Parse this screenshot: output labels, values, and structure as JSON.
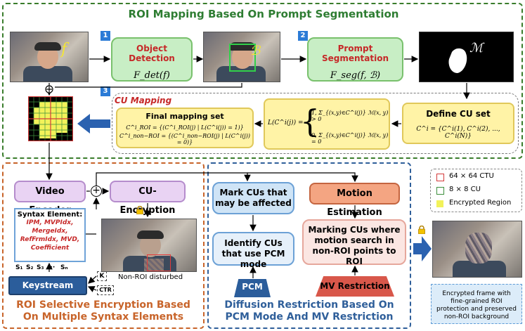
{
  "roi_panel": {
    "title": "ROI Mapping Based On Prompt Segmentation",
    "step1": "1",
    "step2": "2",
    "step3": "3",
    "frame_symbol": "f",
    "bbox_symbol": "ℬ",
    "mask_symbol": "ℳ",
    "object_detection": {
      "title": "Object Detection",
      "formula": "F_det(f)"
    },
    "prompt_segmentation": {
      "title": "Prompt Segmentation",
      "formula": "F_seg(f, ℬ)"
    },
    "cu_mapping_title": "CU Mapping",
    "final_mapping": {
      "title": "Final mapping set",
      "line1": "C^i_ROI = {(C^i_ROI(j) | L(C^i(j)) = 1)}",
      "line2": "C^i_non−ROI = {(C^i_non−ROI(j) | L(C^i(j)) = 0)}"
    },
    "indicator": {
      "lhs": "L(C^i(j)) =",
      "case1": "1,   Σ_{(x,y)∈C^i(j)} ℳ(x, y) > 0",
      "case0": "0,   Σ_{(x,y)∈C^i(j)} ℳ(x, y) = 0"
    },
    "define_cu": {
      "title": "Define CU set",
      "formula": "C^i = {C^i(1), C^i(2), ..., C^i(N)}"
    }
  },
  "encryption_panel": {
    "title_line1": "ROI Selective Encryption Based",
    "title_line2": "On Multiple Syntax Elements",
    "video_encoder": "Video Encoder",
    "cu_encryption": "CU-Encryption",
    "syntax_title": "Syntax Element:",
    "syntax_lines": [
      "IPM, MVPIdx,",
      "MergeIdx,",
      "RefFrmIdx, MVD,",
      "Coefficient"
    ],
    "s_labels": [
      "S₁",
      "S₂",
      "S₃",
      "···",
      "Sₙ"
    ],
    "keystream": "Keystream generator",
    "key": "K",
    "ctr": "CTR",
    "non_roi_label": "Non-ROI disturbed"
  },
  "diffusion_panel": {
    "title_line1": "Diffusion Restriction Based On",
    "title_line2": "PCM Mode And MV Restriction",
    "mark_cus": "Mark CUs that may be affected",
    "identify_cus": "Identify CUs that use PCM mode",
    "pcm": "PCM",
    "motion_estimation": "Motion Estimation",
    "marking_cus": "Marking CUs where motion search in non-ROI points to ROI",
    "mv_restriction": "MV Restriction"
  },
  "legend": {
    "ctu": "64 × 64 CTU",
    "cu": "8 × 8 CU",
    "encrypted": "Encrypted Region"
  },
  "output_note": "Encrypted frame with fine-grained ROI protection and preserved non-ROI background",
  "colors": {
    "green_panel": "#3a7d2c",
    "orange_panel": "#c8642a",
    "blue_panel": "#2f5f9a",
    "encrypted_yellow": "#f2f25a",
    "ctu_red": "#d43a3a"
  }
}
